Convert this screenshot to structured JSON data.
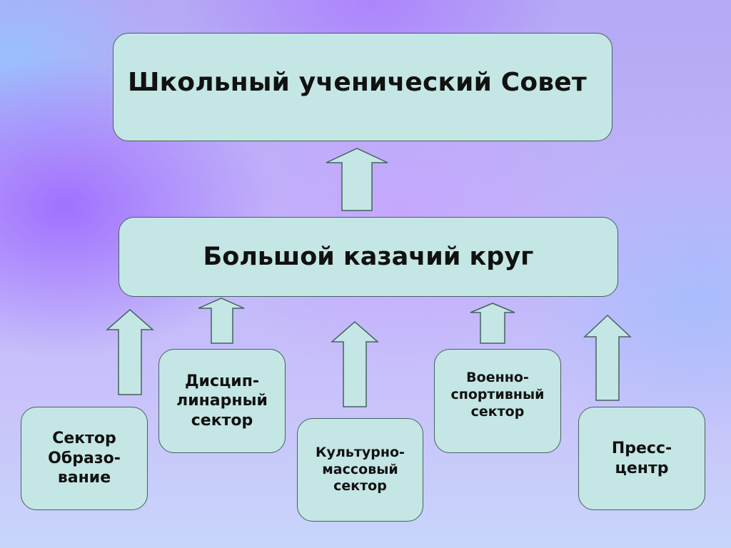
{
  "diagram": {
    "top": {
      "label": "Школьный ученический Совет"
    },
    "middle": {
      "label": "Большой казачий круг"
    },
    "sectors": [
      {
        "label": "Сектор\nОбразо-\nвание"
      },
      {
        "label": "Дисцип-\nлинарный\nсектор"
      },
      {
        "label": "Культурно-\nмассовый\nсектор"
      },
      {
        "label": "Военно-\nспортивный\nсектор"
      },
      {
        "label": "Пресс-\nцентр"
      }
    ]
  },
  "colors": {
    "box_fill": "#c4e6e4",
    "box_border": "#45625f"
  }
}
